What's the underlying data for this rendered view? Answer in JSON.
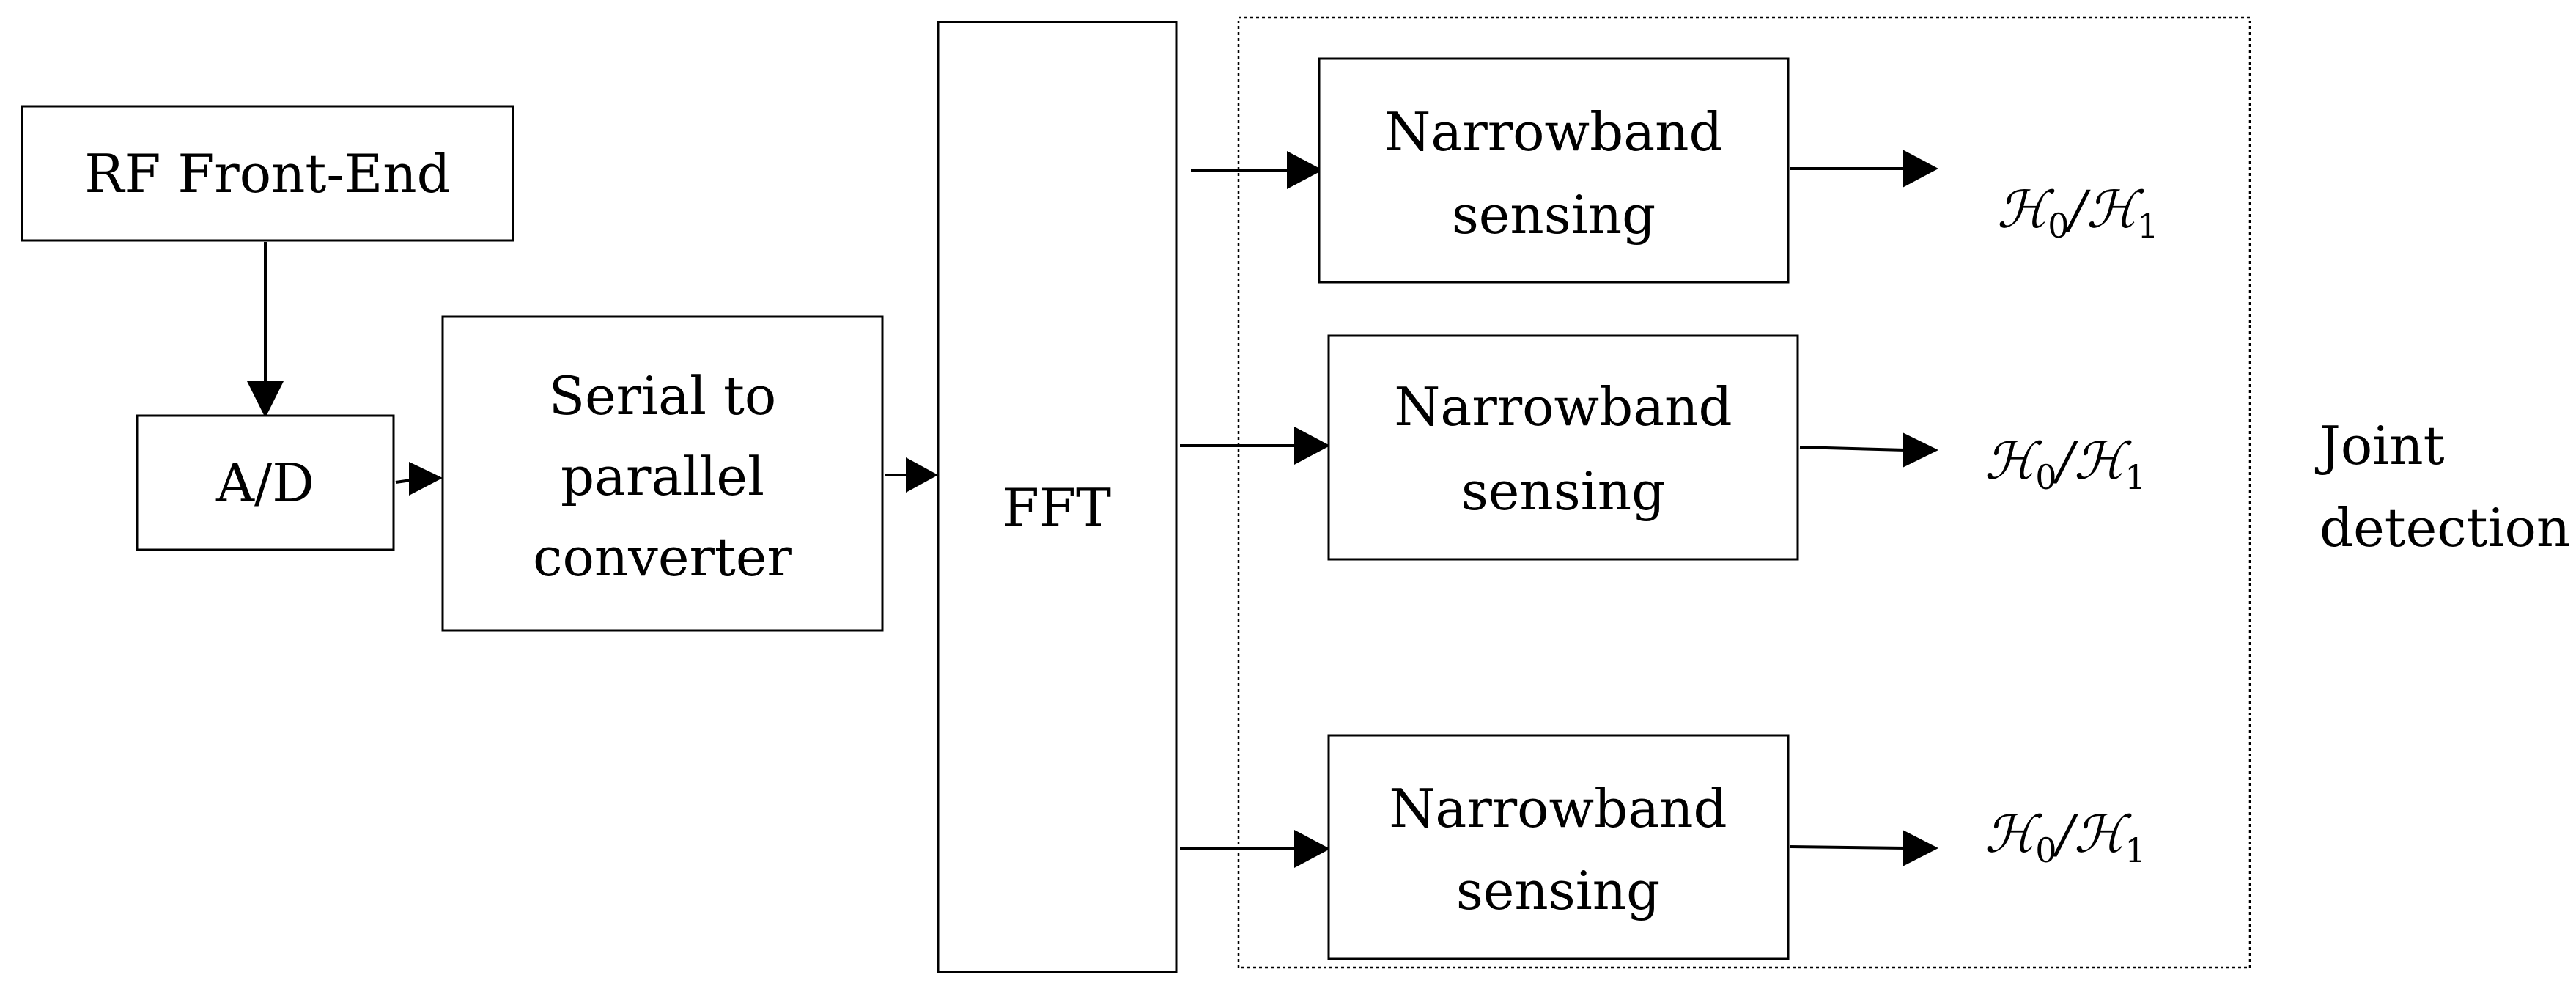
{
  "blocks": {
    "rf_front_end": "RF Front-End",
    "ad": "A/D",
    "s2p": [
      "Serial to",
      "parallel",
      "converter"
    ],
    "fft": "FFT"
  },
  "narrowband": [
    {
      "lines": [
        "Narrowband",
        "sensing"
      ],
      "out": {
        "h0": "ℋ",
        "sub0": "0",
        "slash": "/",
        "h1": "ℋ",
        "sub1": "1"
      }
    },
    {
      "lines": [
        "Narrowband",
        "sensing"
      ],
      "out": {
        "h0": "ℋ",
        "sub0": "0",
        "slash": "/",
        "h1": "ℋ",
        "sub1": "1"
      }
    },
    {
      "lines": [
        "Narrowband",
        "sensing"
      ],
      "out": {
        "h0": "ℋ",
        "sub0": "0",
        "slash": "/",
        "h1": "ℋ",
        "sub1": "1"
      }
    }
  ],
  "joint_detection": [
    "Joint",
    "detection"
  ]
}
